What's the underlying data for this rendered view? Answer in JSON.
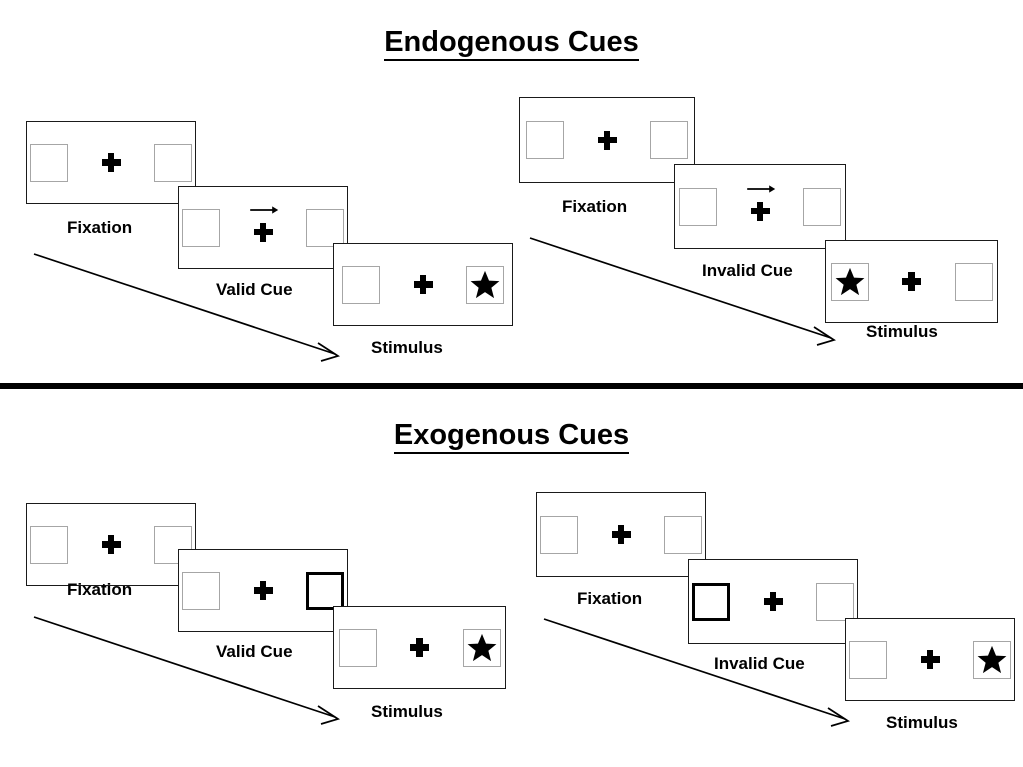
{
  "figure": {
    "background": "#ffffff",
    "line_color": "#000000",
    "box_border_color": "#a6a6a6",
    "cued_box_border_color": "#000000"
  },
  "sections": [
    {
      "id": "endogenous",
      "title": "Endogenous Cues",
      "panels": [
        {
          "id": "endogenous-valid",
          "cue_type": "arrow",
          "validity": "valid",
          "frames": [
            {
              "label": "Fixation",
              "left_box": "empty",
              "right_box": "empty",
              "cue": "none",
              "stimulus_side": "none"
            },
            {
              "label": "Valid Cue",
              "left_box": "empty",
              "right_box": "empty",
              "cue": "arrow-right",
              "stimulus_side": "none"
            },
            {
              "label": "Stimulus",
              "left_box": "empty",
              "right_box": "star",
              "cue": "none",
              "stimulus_side": "right"
            }
          ]
        },
        {
          "id": "endogenous-invalid",
          "cue_type": "arrow",
          "validity": "invalid",
          "frames": [
            {
              "label": "Fixation",
              "left_box": "empty",
              "right_box": "empty",
              "cue": "none",
              "stimulus_side": "none"
            },
            {
              "label": "Invalid Cue",
              "left_box": "empty",
              "right_box": "empty",
              "cue": "arrow-right",
              "stimulus_side": "none"
            },
            {
              "label": "Stimulus",
              "left_box": "star",
              "right_box": "empty",
              "cue": "none",
              "stimulus_side": "left"
            }
          ]
        }
      ]
    },
    {
      "id": "exogenous",
      "title": "Exogenous Cues",
      "panels": [
        {
          "id": "exogenous-valid",
          "cue_type": "box-flash",
          "validity": "valid",
          "frames": [
            {
              "label": "Fixation",
              "left_box": "empty",
              "right_box": "empty",
              "cue": "none",
              "stimulus_side": "none"
            },
            {
              "label": "Valid Cue",
              "left_box": "empty",
              "right_box": "cued",
              "cue": "box-right",
              "stimulus_side": "none"
            },
            {
              "label": "Stimulus",
              "left_box": "empty",
              "right_box": "star",
              "cue": "none",
              "stimulus_side": "right"
            }
          ]
        },
        {
          "id": "exogenous-invalid",
          "cue_type": "box-flash",
          "validity": "invalid",
          "frames": [
            {
              "label": "Fixation",
              "left_box": "empty",
              "right_box": "empty",
              "cue": "none",
              "stimulus_side": "none"
            },
            {
              "label": "Invalid Cue",
              "left_box": "cued",
              "right_box": "empty",
              "cue": "box-left",
              "stimulus_side": "none"
            },
            {
              "label": "Stimulus",
              "left_box": "empty",
              "right_box": "star",
              "cue": "none",
              "stimulus_side": "right"
            }
          ]
        }
      ]
    }
  ],
  "icons": {
    "fixation_cross": "plus-icon",
    "target": "star-icon",
    "endogenous_cue": "arrow-right-icon",
    "time": "time-arrow-icon"
  }
}
